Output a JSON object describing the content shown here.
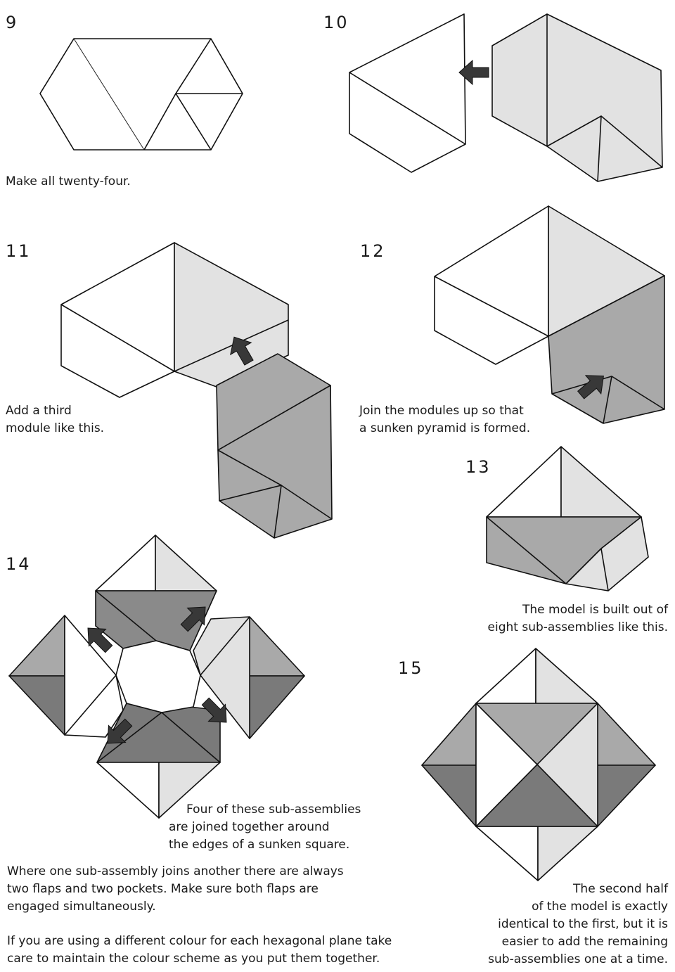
{
  "steps": [
    {
      "number": "9",
      "caption": [
        "Make all twenty-four."
      ]
    },
    {
      "number": "10",
      "caption": []
    },
    {
      "number": "11",
      "caption": [
        "Add a third",
        "module like this."
      ]
    },
    {
      "number": "12",
      "caption": [
        "Join the modules up so that",
        "a sunken pyramid is formed."
      ]
    },
    {
      "number": "13",
      "caption": [
        "The model is built out of",
        "eight sub-assemblies like this."
      ]
    },
    {
      "number": "14",
      "caption": [
        "Four of these sub-assemblies",
        "are joined together around",
        "the  edges of a sunken square."
      ]
    },
    {
      "number": "15",
      "caption": [
        "The second half",
        "of the model is exactly",
        "identical to the first, but it is",
        "easier to add the remaining",
        "sub-assemblies one at a time."
      ]
    }
  ],
  "notes": [
    [
      "Where one sub-assembly joins another there are always",
      "two flaps and two pockets. Make sure both flaps are",
      "engaged simultaneously."
    ],
    [
      "If you are using a different colour for each hexagonal plane take",
      "care to maintain the colour scheme as you put them together."
    ]
  ],
  "colors": {
    "white": "#ffffff",
    "light": "#e2e2e2",
    "mid": "#a9a9a9",
    "dark": "#7a7a7a",
    "arrow": "#383838"
  }
}
